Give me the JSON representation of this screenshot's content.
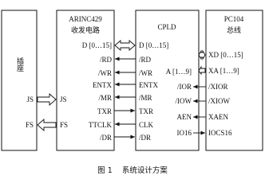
{
  "socket": {
    "label": "插座",
    "signals": {
      "js": "JS",
      "fs": "FS"
    }
  },
  "arinc": {
    "title_line1": "ARINC429",
    "title_line2": "收发电路",
    "pins": {
      "d": "D [0…15]",
      "rd": "/RD",
      "wr": "/WR",
      "entx": "ENTX",
      "mr": "/MR",
      "txr": "TXR",
      "ttclk": "TTCLK",
      "dr": "/DR",
      "js": "JS",
      "fs": "FS"
    }
  },
  "cpld": {
    "title": "CPLD",
    "left_pins": {
      "d": "D [0…15]",
      "rd": "/RD",
      "wr": "/WR",
      "entx": "ENTX",
      "mr": "/MR",
      "txr": "TXR",
      "clk": "CLK",
      "dr": "/DR"
    },
    "right_pins": {
      "a": "A [1…9]",
      "ior": "/IOR",
      "iow": "/IOW",
      "aen": "AEN",
      "io16": "IO16"
    }
  },
  "pc104": {
    "title_line1": "PC104",
    "title_line2": "总线",
    "pins": {
      "xd": "XD [0…15]",
      "xa": "XA [1…9]",
      "xior": "/XIOR",
      "xiow": "/XIOW",
      "xaen": "XAEN",
      "iocs16": "IOCS16"
    }
  },
  "caption": "图 1    系统设计方案"
}
